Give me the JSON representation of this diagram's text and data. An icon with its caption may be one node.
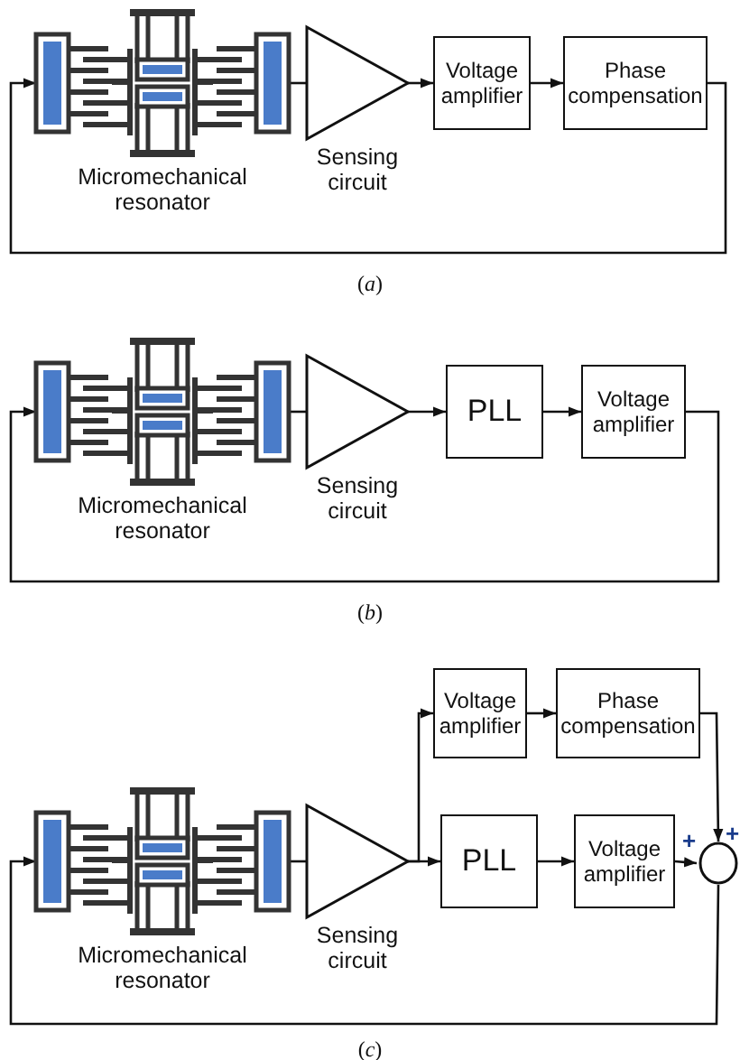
{
  "diagram": {
    "nodes": [
      {
        "text": [
          "Micromechanical resonator"
        ]
      },
      {
        "text": [
          "Sensing circuit"
        ]
      },
      {
        "text": [
          "Voltage amplifier"
        ]
      },
      {
        "text": [
          "Phase compensation"
        ]
      },
      {
        "text": [
          "Micromechanical resonator"
        ]
      },
      {
        "text": [
          "Sensing circuit"
        ]
      },
      {
        "text": [
          "PLL"
        ]
      },
      {
        "text": [
          "Voltage amplifier"
        ]
      },
      {
        "text": [
          "Micromechanical resonator"
        ]
      },
      {
        "text": [
          "Sensing circuit"
        ]
      },
      {
        "text": [
          "Voltage amplifier"
        ]
      },
      {
        "text": [
          "Phase compensation"
        ]
      },
      {
        "text": [
          "PLL"
        ]
      },
      {
        "text": [
          "Voltage amplifier"
        ]
      },
      {
        "text": [],
        "shape": "circle",
        "beside": [
          "+",
          "+"
        ]
      }
    ],
    "edges": [
      {
        "from": 0,
        "to": 1,
        "arrow": "none"
      },
      {
        "from": 1,
        "to": 2,
        "arrow": "to"
      },
      {
        "from": 2,
        "to": 3,
        "arrow": "to"
      },
      {
        "from": 3,
        "to": 0,
        "arrow": "to"
      },
      {
        "from": 4,
        "to": 5,
        "arrow": "none"
      },
      {
        "from": 5,
        "to": 6,
        "arrow": "to"
      },
      {
        "from": 6,
        "to": 7,
        "arrow": "to"
      },
      {
        "from": 7,
        "to": 4,
        "arrow": "to"
      },
      {
        "from": 8,
        "to": 9,
        "arrow": "none"
      },
      {
        "from": 9,
        "to": 10,
        "arrow": "to"
      },
      {
        "from": 10,
        "to": 11,
        "arrow": "to"
      },
      {
        "from": 11,
        "to": 14,
        "arrow": "to"
      },
      {
        "from": 9,
        "to": 12,
        "arrow": "to"
      },
      {
        "from": 12,
        "to": 13,
        "arrow": "to"
      },
      {
        "from": 13,
        "to": 14,
        "arrow": "to"
      },
      {
        "from": 14,
        "to": 8,
        "arrow": "to"
      }
    ],
    "labels": [
      "(*a*)",
      "(*b*)",
      "(*c*)"
    ]
  }
}
